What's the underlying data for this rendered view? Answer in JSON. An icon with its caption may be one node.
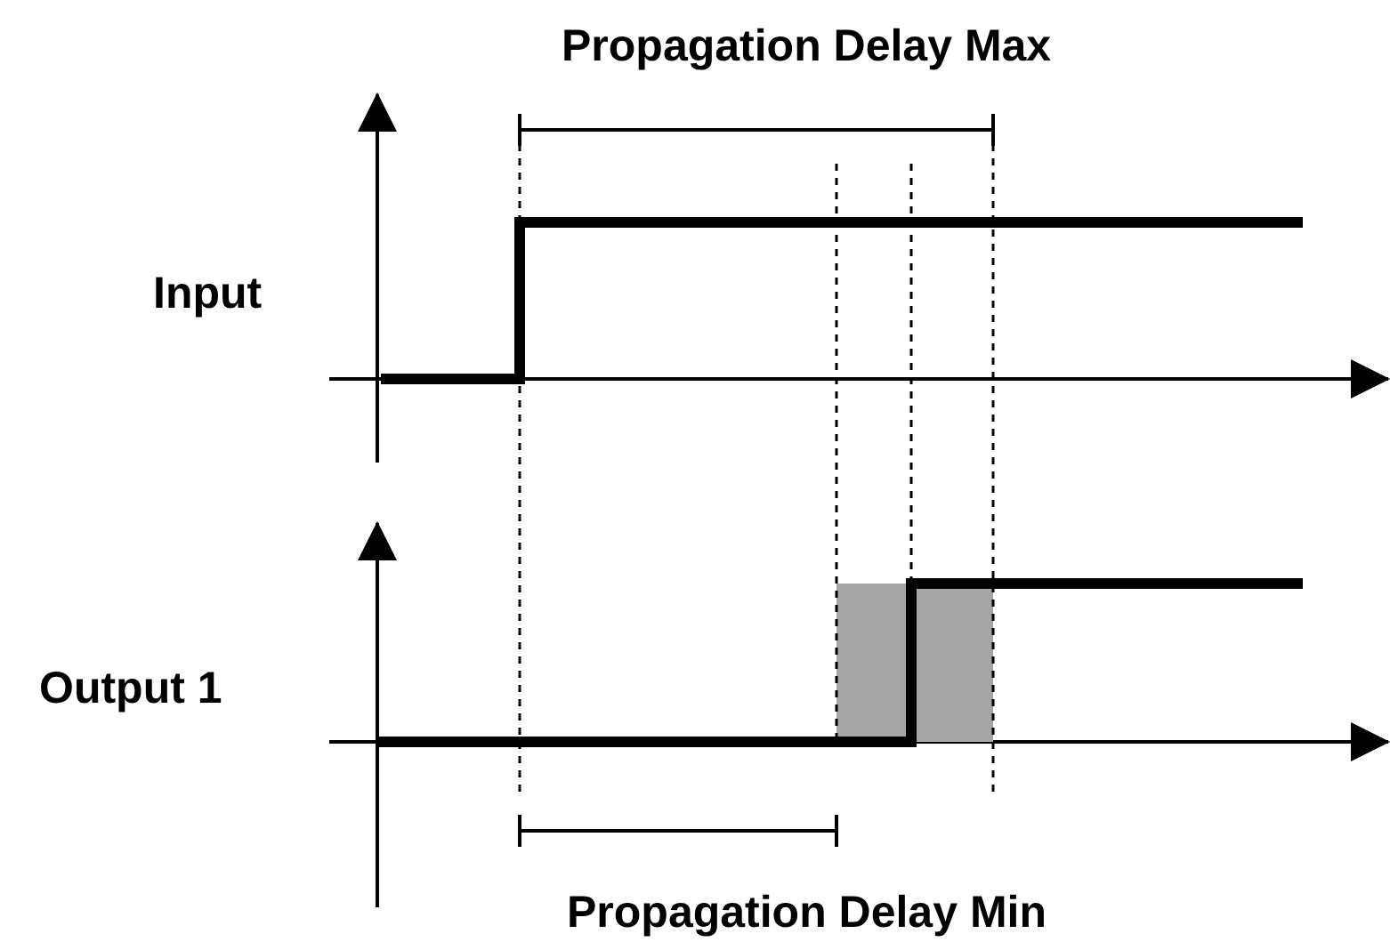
{
  "diagram": {
    "labels": [
      "Propagation Delay Max",
      "Input",
      "Output 1",
      "Propagation Delay Min"
    ]
  }
}
